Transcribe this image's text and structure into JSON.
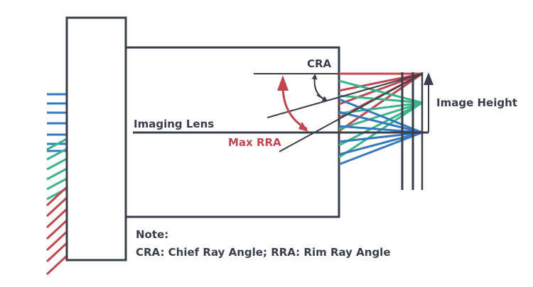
{
  "colors": {
    "outline": "#3a3d4a",
    "red": "#c0474f",
    "green": "#3ab58a",
    "blue": "#3578bd",
    "label_dark": "#3a3d4a",
    "label_red": "#c0474f"
  },
  "labels": {
    "cra": "CRA",
    "imaging_lens": "Imaging Lens",
    "max_rra": "Max RRA",
    "image_height": "Image Height",
    "note_title": "Note:",
    "note_body": "CRA: Chief Ray Angle; RRA: Rim Ray Angle"
  },
  "ray_bundles": [
    {
      "name": "red",
      "focus_field": "top"
    },
    {
      "name": "green",
      "focus_field": "middle"
    },
    {
      "name": "blue",
      "focus_field": "center"
    }
  ]
}
